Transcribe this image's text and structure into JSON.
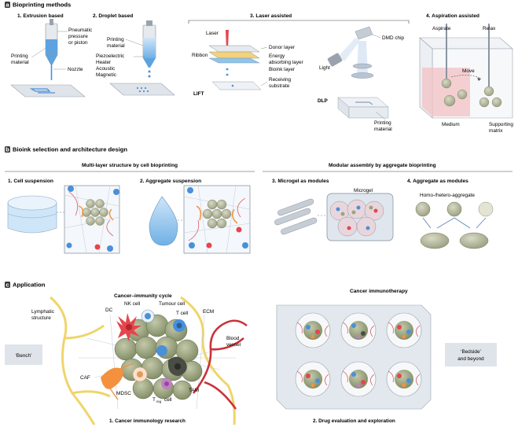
{
  "section_a": {
    "letter": "a",
    "title": "Bioprinting methods",
    "panels": [
      {
        "title": "1. Extrusion based",
        "labels": [
          "Pneumatic",
          "pressure",
          "or piston",
          "Printing",
          "material",
          "Nozzle"
        ]
      },
      {
        "title": "2. Droplet based",
        "labels": [
          "Printing",
          "material",
          "Piezoelectric",
          "Heater",
          "Acoustic",
          "Magnetic"
        ]
      },
      {
        "title": "3. Laser assisted",
        "labels": [
          "Laser",
          "Donor layer",
          "Ribbon",
          "Energy",
          "absorbing layer",
          "Bioink layer",
          "LIFT",
          "Receiving",
          "substrate",
          "DMD chip",
          "Light",
          "DLP",
          "Printing",
          "material"
        ]
      },
      {
        "title": "4. Aspiration assisted",
        "labels": [
          "Aspirate",
          "Relax",
          "Move",
          "Medium",
          "Supporting",
          "matrix"
        ]
      }
    ]
  },
  "section_b": {
    "letter": "b",
    "title": "Bioink selection and architecture design",
    "group_left": "Multi-layer structure by cell bioprinting",
    "group_right": "Modular assembly by aggregate bioprinting",
    "panels": [
      {
        "title": "1. Cell suspension"
      },
      {
        "title": "2. Aggregate suspension"
      },
      {
        "title": "3. Microgel as modules",
        "labels": [
          "Microgel"
        ]
      },
      {
        "title": "4. Aggregate as modules",
        "labels": [
          "Homo-/hetero-aggregate"
        ]
      }
    ]
  },
  "section_c": {
    "letter": "c",
    "title": "Application",
    "cycle_title": "Cancer–immunity cycle",
    "immunotherapy_title": "Cancer immunotherapy",
    "left_labels": {
      "lymph1": "Lymphatic",
      "lymph2": "structure",
      "dc": "DC",
      "nk": "NK cell",
      "tumour": "Tumour cell",
      "tcell": "T cell",
      "ecm": "ECM",
      "blood1": "Blood",
      "blood2": "vessel",
      "caf": "CAF",
      "mdsc": "MDSC",
      "tam": "TAM",
      "treg_t": "T",
      "treg_sub": "reg",
      "treg_cell": "cell"
    },
    "bench": "‘Bench’",
    "bedside1": "‘Bedside’",
    "bedside2": "and beyond",
    "caption_left": "1. Cancer immunology research",
    "caption_right": "2. Drug evaluation and exploration"
  },
  "colors": {
    "section_badge": "#3b3b3b",
    "nozzle_blue": "#4a90d9",
    "bioink_blue": "#8ec5ef",
    "tumour_green": "#9aa57e",
    "dc_red": "#e5454d",
    "vessel_red": "#c9323a",
    "lymph_yellow": "#efd56a",
    "caf_orange": "#f3913e",
    "matrix_pink": "#f3c2c4",
    "plate_gray": "#cfd6df"
  }
}
